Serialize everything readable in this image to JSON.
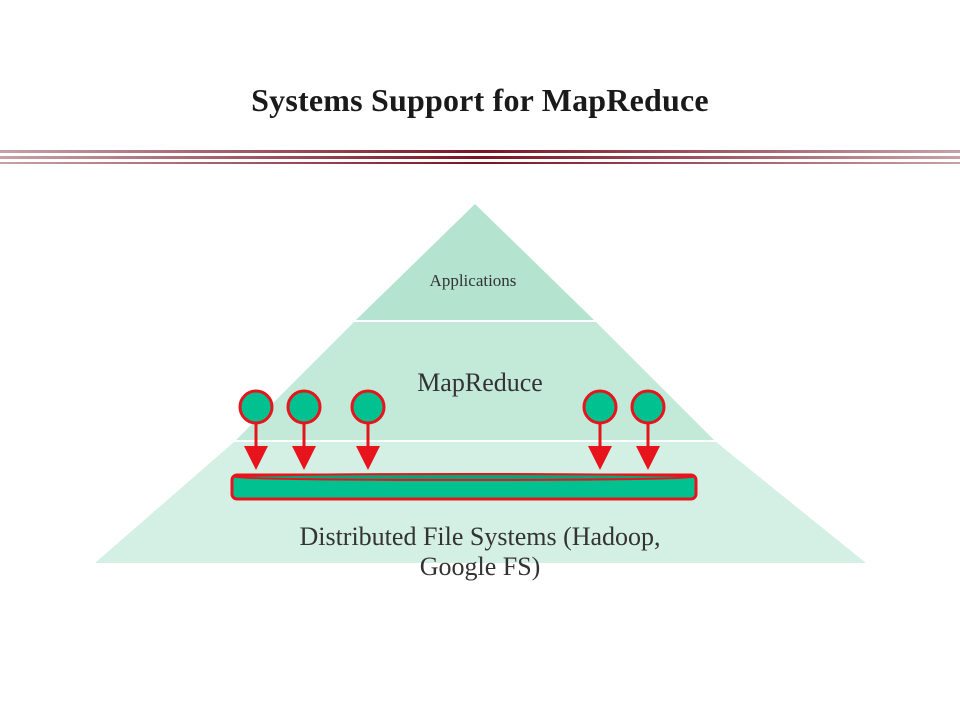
{
  "slide": {
    "title": "Systems Support for MapReduce"
  },
  "pyramid": {
    "layers": [
      {
        "label": "Applications"
      },
      {
        "label": "MapReduce"
      },
      {
        "label_lines": [
          "Distributed File Systems (Hadoop,",
          "Google FS)"
        ]
      }
    ]
  },
  "nodes": {
    "count": 5
  },
  "colors": {
    "layer_top": "#b4e3cf",
    "layer_middle": "#c3e9d8",
    "layer_bottom": "#d4efe3",
    "node_fill": "#00c18f",
    "node_stroke": "#e8141c",
    "arrow": "#e8141c",
    "divider": "#8b2635"
  }
}
